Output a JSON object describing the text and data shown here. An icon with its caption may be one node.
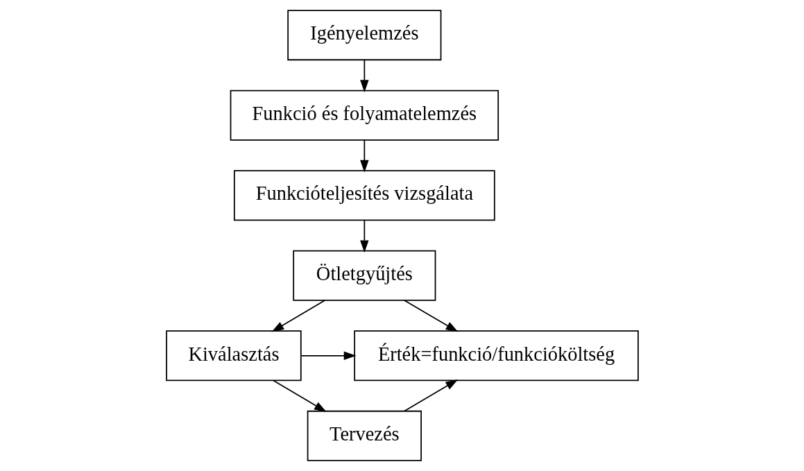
{
  "diagram": {
    "nodes": [
      {
        "text": [
          "Igényelemzés"
        ]
      },
      {
        "text": [
          "Funkció és folyamatelemzés"
        ]
      },
      {
        "text": [
          "Funkcióteljesítés vizsgálata"
        ]
      },
      {
        "text": [
          "Ötletgyűjtés"
        ]
      },
      {
        "text": [
          "Kiválasztás"
        ]
      },
      {
        "text": [
          "Tervezés"
        ]
      },
      {
        "text": [
          "Érték=funkció/funkcióköltség"
        ]
      }
    ],
    "edges": [
      {
        "from": 0,
        "to": 1,
        "arrow": "to"
      },
      {
        "from": 1,
        "to": 2,
        "arrow": "to"
      },
      {
        "from": 2,
        "to": 3,
        "arrow": "to"
      },
      {
        "from": 3,
        "to": 4,
        "arrow": "to"
      },
      {
        "from": 4,
        "to": 5,
        "arrow": "to"
      },
      {
        "from": 3,
        "to": 6,
        "arrow": "to"
      },
      {
        "from": 4,
        "to": 6,
        "arrow": "to"
      },
      {
        "from": 5,
        "to": 6,
        "arrow": "to"
      }
    ]
  }
}
